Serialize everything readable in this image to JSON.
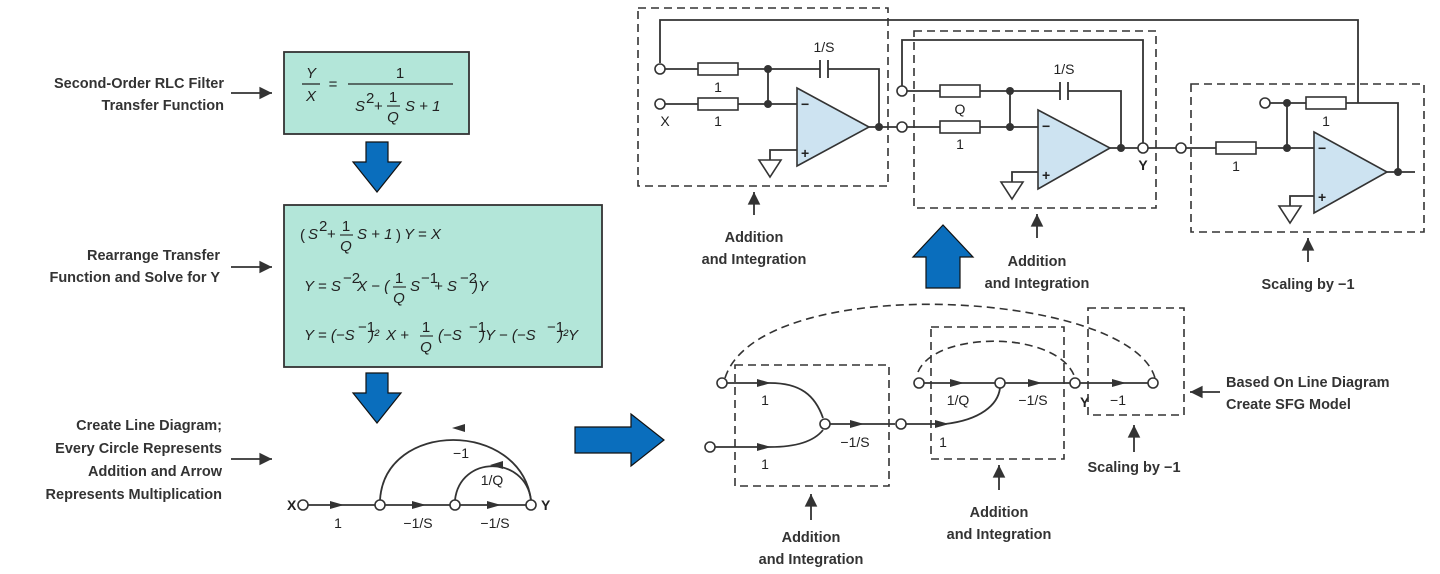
{
  "left_panel": {
    "step1_label": [
      "Second-Order RLC Filter",
      "Transfer Function"
    ],
    "step2_label": [
      "Rearrange Transfer",
      "Function and Solve for Y"
    ],
    "step3_label": [
      "Create Line Diagram;",
      "Every Circle Represents",
      "Addition and Arrow",
      "Represents Multiplication"
    ],
    "equation1": {
      "lhs_num": "Y",
      "lhs_den": "X",
      "eq": "=",
      "rhs_num": "1",
      "rhs_den_a": "S",
      "rhs_den_a_exp": "2",
      "rhs_den_plus1": "+",
      "frac_num": "1",
      "frac_den": "Q",
      "rhs_den_b": "S + 1"
    },
    "equation2": {
      "line1": {
        "open": "(",
        "s": "S",
        "exp": "2",
        "plus": "+",
        "frac_num": "1",
        "frac_den": "Q",
        "rest": "S + 1",
        "close": ")",
        "tail": "Y = X"
      },
      "line2": {
        "head": "Y = S",
        "exp1": "−2",
        "x_minus": "X − (",
        "frac_num": "1",
        "frac_den": "Q",
        "s2": "S",
        "exp2": "−1",
        "plus": "+ S",
        "exp3": "−2",
        "tail": ")Y"
      },
      "line3": {
        "head": "Y = (−S",
        "exp1": "−1",
        "sq1": ")²",
        "x_plus": "X +",
        "frac_num": "1",
        "frac_den": "Q",
        "mid": "(−S",
        "exp2": "−1",
        "mid2": ")Y − (−S",
        "exp3": "−1",
        "tail": ")²Y"
      }
    },
    "line_diagram": {
      "x_label": "X",
      "y_label": "Y",
      "branch_gains": [
        "1",
        "−1/S",
        "−1/S"
      ],
      "feedback_outer": "−1",
      "feedback_inner": "1/Q"
    }
  },
  "sfg_model": {
    "annotation": [
      "Based On Line Diagram",
      "Create SFG Model"
    ],
    "block1": {
      "gains": [
        "1",
        "1",
        "−1/S"
      ],
      "caption": [
        "Addition",
        "and Integration"
      ]
    },
    "block2": {
      "gains": [
        "1/Q",
        "−1/S",
        "1"
      ],
      "y_label": "Y",
      "caption": [
        "Addition",
        "and Integration"
      ]
    },
    "block3": {
      "gains": [
        "−1"
      ],
      "caption": "Scaling by −1"
    }
  },
  "circuit": {
    "stage1": {
      "r1": "1",
      "r2": "1",
      "cap": "1/S",
      "input_label": "X",
      "minus": "−",
      "plus": "+",
      "caption": [
        "Addition",
        "and Integration"
      ]
    },
    "stage2": {
      "r1": "Q",
      "r2": "1",
      "cap": "1/S",
      "output_label": "Y",
      "minus": "−",
      "plus": "+",
      "caption": [
        "Addition",
        "and Integration"
      ]
    },
    "stage3": {
      "r_in": "1",
      "r_fb": "1",
      "minus": "−",
      "plus": "+",
      "caption": "Scaling by −1"
    }
  },
  "colors": {
    "equation_box": "#b3e6d9",
    "flow_arrow": "#0a6ebd",
    "opamp_fill": "#cde3f1"
  }
}
